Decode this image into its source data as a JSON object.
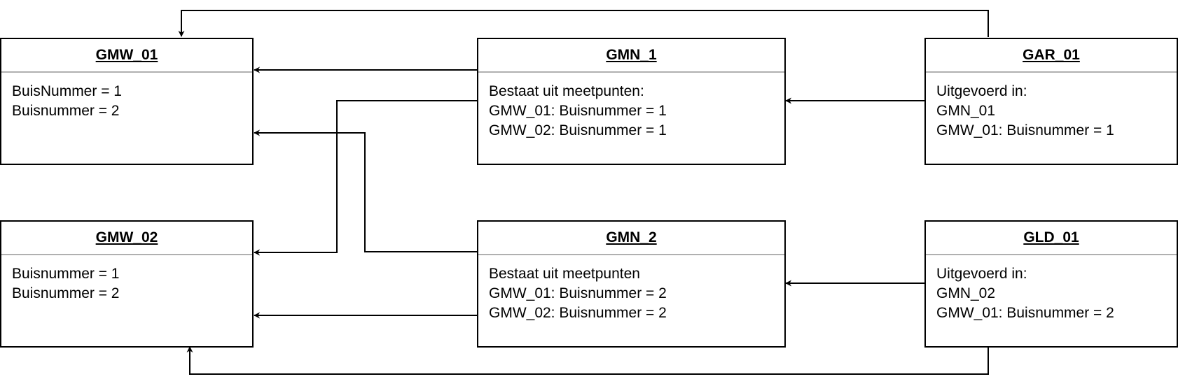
{
  "boxes": {
    "gmw01": {
      "title": "GMW_01",
      "lines": [
        "BuisNummer = 1",
        "Buisnummer = 2"
      ]
    },
    "gmw02": {
      "title": "GMW_02",
      "lines": [
        "Buisnummer = 1",
        "Buisnummer = 2"
      ]
    },
    "gmn1": {
      "title": "GMN_1",
      "lines": [
        "Bestaat uit meetpunten:",
        "GMW_01: Buisnummer = 1",
        "GMW_02: Buisnummer = 1"
      ]
    },
    "gmn2": {
      "title": "GMN_2",
      "lines": [
        "Bestaat uit meetpunten",
        "GMW_01: Buisnummer = 2",
        "GMW_02: Buisnummer = 2"
      ]
    },
    "gar01": {
      "title": "GAR_01",
      "lines": [
        "Uitgevoerd in:",
        "GMN_01",
        "GMW_01: Buisnummer = 1"
      ]
    },
    "gld01": {
      "title": "GLD_01",
      "lines": [
        "Uitgevoerd in:",
        "GMN_02",
        "GMW_01: Buisnummer = 2"
      ]
    }
  },
  "colors": {
    "stroke": "#000000",
    "divider": "#b0b0b0"
  }
}
